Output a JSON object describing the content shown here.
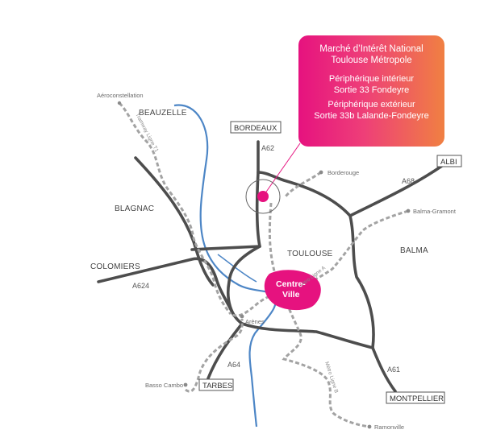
{
  "info_box": {
    "title_line1": "Marché d’Intérêt National",
    "title_line2": "Toulouse Métropole",
    "exit1_line1": "Périphérique intérieur",
    "exit1_line2": "Sortie 33 Fondeyre",
    "exit2_line1": "Périphérique extérieur",
    "exit2_line2": "Sortie 33b Lalande-Fondeyre"
  },
  "places": {
    "aeroconstellation": "Aéroconstellation",
    "beauzelle": "BEAUZELLE",
    "blagnac": "BLAGNAC",
    "colomiers": "COLOMIERS",
    "toulouse": "TOULOUSE",
    "balma": "BALMA",
    "borderouge": "Borderouge",
    "balma_gramont": "Balma-Gramont",
    "arenes": "Arènes",
    "basso_cambo": "Basso Cambo",
    "ramonville": "Ramonville",
    "centre_ville_1": "Centre-",
    "centre_ville_2": "Ville"
  },
  "destinations": {
    "bordeaux": "BORDEAUX",
    "albi": "ALBI",
    "tarbes": "TARBES",
    "montpellier": "MONTPELLIER"
  },
  "roads": {
    "a62": "A62",
    "a68": "A68",
    "a624": "A624",
    "a64": "A64",
    "a61": "A61"
  },
  "lines": {
    "tramway": "Tramway Ligne T1",
    "metro_a": "Métro Ligne A",
    "metro_b": "Métro Ligne B"
  },
  "colors": {
    "road": "#4d4d4d",
    "river": "#4d86c6",
    "transit": "#a3a3a3",
    "centre": "#e6127f",
    "marker": "#e6127f"
  }
}
